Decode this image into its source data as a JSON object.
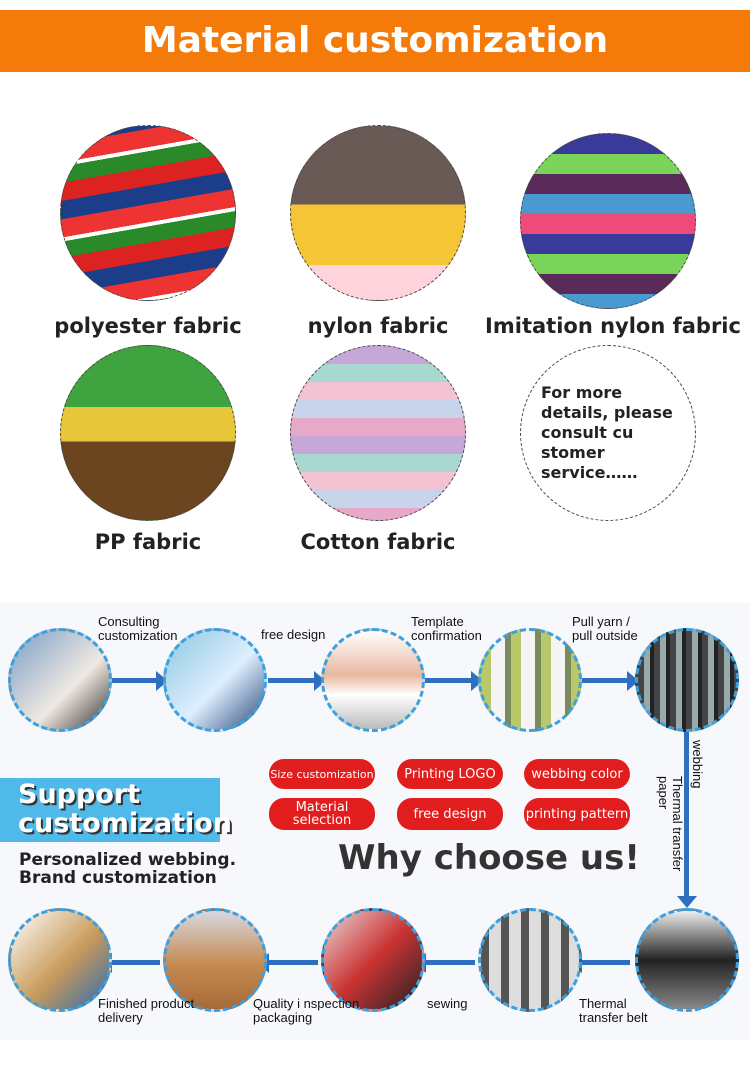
{
  "header": {
    "title": "Material customization"
  },
  "materials": [
    {
      "label": "polyester fabric",
      "icon": "polyester-webbing-photo"
    },
    {
      "label": "nylon fabric",
      "icon": "nylon-webbing-photo"
    },
    {
      "label": "Imitation nylon fabric",
      "icon": "imitation-nylon-webbing-photo"
    },
    {
      "label": "PP fabric",
      "icon": "pp-webbing-photo"
    },
    {
      "label": "Cotton fabric",
      "icon": "cotton-webbing-photo"
    }
  ],
  "more_details": "For more details, please consult cu stomer service……",
  "process": {
    "steps_top": [
      "Consulting customization",
      "free design",
      "Template confirmation",
      "Pull yarn / pull outside"
    ],
    "vertical": [
      "webbing",
      "Thermal transfer paper"
    ],
    "steps_bottom": [
      "Thermal transfer belt",
      "sewing",
      "Quality i nspection packaging",
      "Finished product delivery"
    ],
    "support_title": "Support customization",
    "support_sub1": "Personalized webbing.",
    "support_sub2": "Brand customization",
    "features": [
      "Size customization",
      "Printing LOGO",
      "webbing color",
      "Material selection",
      "free design",
      "printing pattern"
    ],
    "why": "Why choose us!"
  },
  "colors": {
    "orange": "#f47a0a",
    "blue": "#2f6fbf",
    "red": "#e21d1d",
    "sky": "#4fb9ea"
  }
}
